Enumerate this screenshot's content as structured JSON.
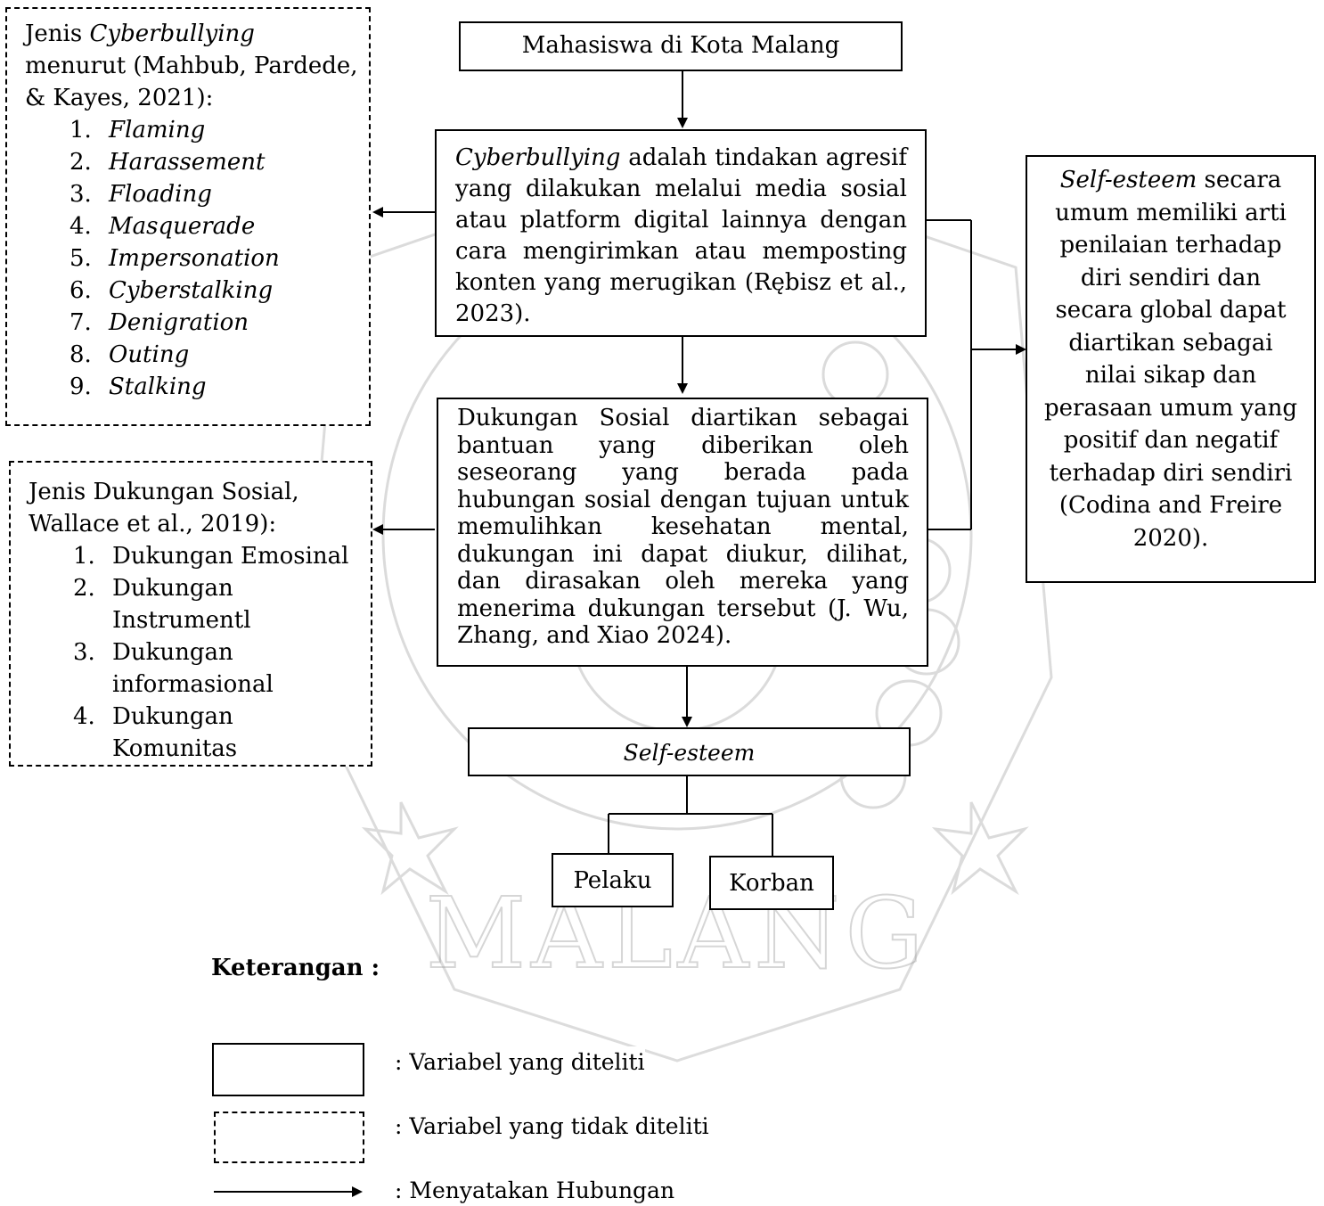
{
  "top_box": {
    "text": "Mahasiswa di Kota Malang"
  },
  "cyber_box": {
    "term": "Cyberbullying",
    "text": " adalah tindakan agresif yang dilakukan melalui media sosial atau platform digital lainnya dengan cara mengirimkan atau memposting konten yang merugikan (Rębisz et al., 2023)."
  },
  "support_box": {
    "text": "Dukungan Sosial diartikan sebagai bantuan yang diberikan oleh seseorang yang berada pada hubungan sosial dengan tujuan untuk memulihkan kesehatan mental, dukungan ini dapat diukur, dilihat, dan dirasakan oleh mereka yang menerima dukungan tersebut (J. Wu, Zhang, and Xiao 2024)."
  },
  "esteem_box": {
    "text": "Self-esteem"
  },
  "pelaku_box": {
    "text": "Pelaku"
  },
  "korban_box": {
    "text": "Korban"
  },
  "types_box": {
    "prefix": "Jenis ",
    "term": "Cyberbullying",
    "suffix": " menurut (Mahbub, Pardede, & Kayes, 2021):",
    "items": [
      {
        "num": "1.",
        "label": "Flaming"
      },
      {
        "num": "2.",
        "label": "Harassement"
      },
      {
        "num": "3.",
        "label": "Floading"
      },
      {
        "num": "4.",
        "label": "Masquerade"
      },
      {
        "num": "5.",
        "label": "Impersonation"
      },
      {
        "num": "6.",
        "label": "Cyberstalking"
      },
      {
        "num": "7.",
        "label": "Denigration"
      },
      {
        "num": "8.",
        "label": "Outing"
      },
      {
        "num": "9.",
        "label": "Stalking"
      }
    ]
  },
  "support_types_box": {
    "title": "Jenis Dukungan Sosial, Wallace et al., 2019):",
    "items": [
      {
        "num": "1.",
        "label": "Dukungan Emosinal"
      },
      {
        "num": "2.",
        "label": "Dukungan Instrumentl"
      },
      {
        "num": "3.",
        "label": "Dukungan informasional"
      },
      {
        "num": "4.",
        "label": "Dukungan Komunitas"
      }
    ]
  },
  "definition_box": {
    "term": "Self-esteem",
    "text": " secara umum memiliki arti penilaian terhadap diri sendiri dan secara global dapat diartikan sebagai nilai sikap dan perasaan umum yang positif dan negatif terhadap diri sendiri (Codina and Freire 2020)."
  },
  "legend": {
    "title": "Keterangan :",
    "solid_label": ": Variabel yang diteliti",
    "dashed_label": ": Variabel yang tidak diteliti",
    "arrow_label": ": Menyatakan Hubungan"
  },
  "watermark": {
    "text": "MALANG"
  },
  "colors": {
    "stroke": "#000000",
    "watermark": "#9a9a9a"
  }
}
